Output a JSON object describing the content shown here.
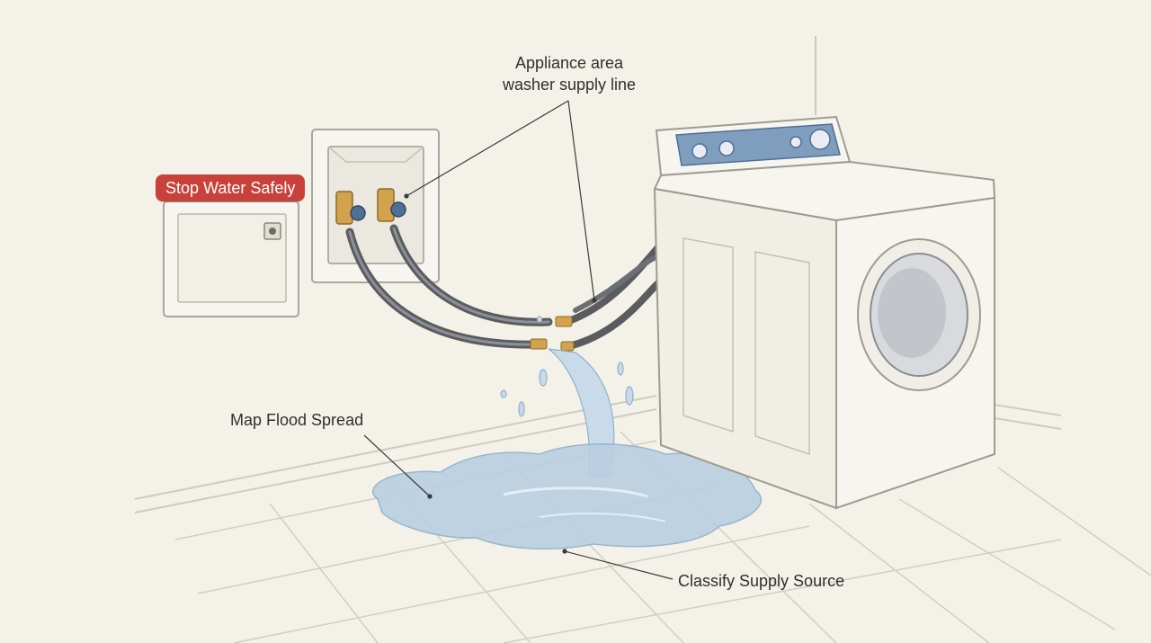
{
  "labels": {
    "appliance_line1": "Appliance area",
    "appliance_line2": "washer supply line",
    "stop_water": "Stop Water Safely",
    "map_flood": "Map Flood Spread",
    "classify_source": "Classify Supply Source"
  },
  "colors": {
    "background": "#f4f1e8",
    "badge": "#c9413b",
    "water": "#b9cfe2",
    "control_panel": "#7f9dbd",
    "brass_valve": "#d2a24c",
    "valve_handle": "#4f6f95",
    "hose": "#5a5c60"
  },
  "icons": [
    "shutoff-valve-icon",
    "washing-machine-icon",
    "water-puddle-icon",
    "electrical-panel-icon"
  ]
}
